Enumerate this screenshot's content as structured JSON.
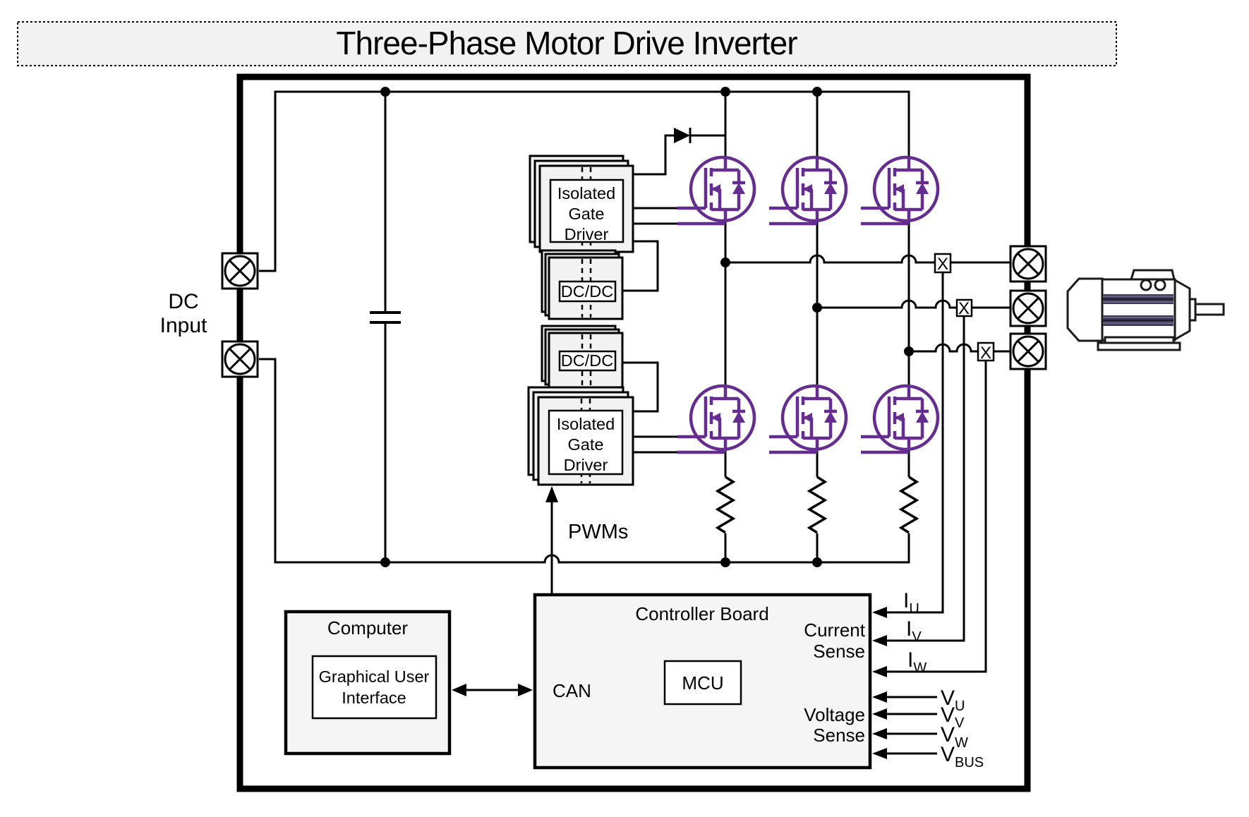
{
  "title": "Three-Phase Motor Drive Inverter",
  "labels": {
    "dc_input": [
      "DC",
      "Input"
    ],
    "pwms": "PWMs",
    "gate_driver": [
      "Isolated",
      "Gate",
      "Driver"
    ],
    "dcdc": "DC/DC",
    "computer": "Computer",
    "gui": [
      "Graphical User",
      "Interface"
    ],
    "can": "CAN",
    "controller_board": "Controller Board",
    "mcu": "MCU",
    "current_sense": [
      "Current",
      "Sense"
    ],
    "voltage_sense": [
      "Voltage",
      "Sense"
    ],
    "sensor_x": "X"
  },
  "signals": {
    "iu": {
      "base": "I",
      "sub": "U"
    },
    "iv": {
      "base": "I",
      "sub": "V"
    },
    "iw": {
      "base": "I",
      "sub": "W"
    },
    "vu": {
      "base": "V",
      "sub": "U"
    },
    "vv": {
      "base": "V",
      "sub": "V"
    },
    "vw": {
      "base": "V",
      "sub": "W"
    },
    "vbus": {
      "base": "V",
      "sub": "BUS"
    }
  },
  "colors": {
    "mosfet_purple": "#662D91",
    "line": "#000000",
    "component_fill": "#F2F2F2",
    "panel_fill": "#F5F5F5"
  }
}
